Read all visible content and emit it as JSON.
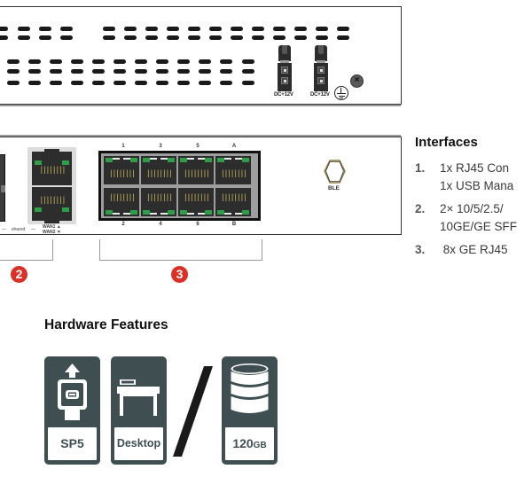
{
  "back_panel": {
    "power_inputs": [
      {
        "label": "DC+12V"
      },
      {
        "label": "DC+12V"
      }
    ],
    "icons": [
      "ground-icon",
      "screw-icon",
      "vent-slots"
    ]
  },
  "front_panel": {
    "sfp_label": "shared",
    "wan_labels": [
      "WAN1 ▲",
      "WAN2 ▼"
    ],
    "switch_ports_top": [
      "1",
      "3",
      "5",
      "A"
    ],
    "switch_ports_bottom": [
      "2",
      "4",
      "6",
      "B"
    ],
    "ble_label": "BLE",
    "pin_glyph": "||||||||"
  },
  "callouts": [
    {
      "number": "2"
    },
    {
      "number": "3"
    }
  ],
  "interfaces": {
    "title": "Interfaces",
    "items": [
      {
        "number": "1.",
        "lines": [
          "1x RJ45 Con",
          "1x USB Mana"
        ]
      },
      {
        "number": "2.",
        "lines": [
          "2× 10/5/2.5/",
          "10GE/GE SFF"
        ]
      },
      {
        "number": "3.",
        "lines": [
          " 8x GE RJ45"
        ]
      }
    ]
  },
  "hardware_features": {
    "title": "Hardware Features",
    "tiles": [
      {
        "icon": "sp5-chip-icon",
        "label": "SP5"
      },
      {
        "icon": "desktop-icon",
        "label": "Desktop"
      },
      {
        "icon": "storage-icon",
        "label": "120",
        "label_suffix": "GB"
      }
    ],
    "colors": {
      "tile": "#3f4f51",
      "callout": "#dc3026",
      "led": "#2e9e48"
    }
  }
}
